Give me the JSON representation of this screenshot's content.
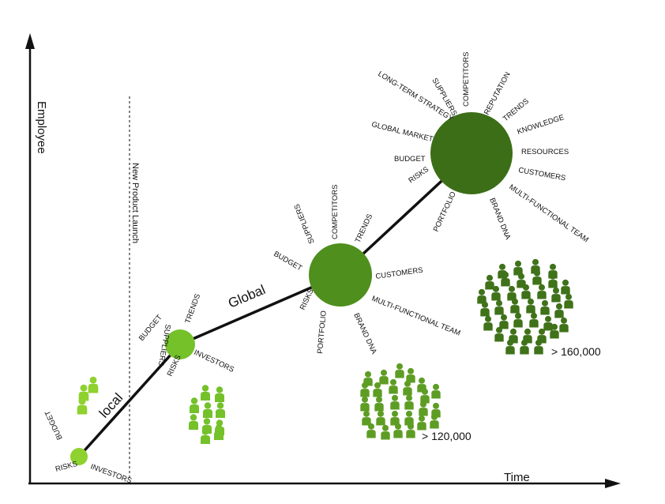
{
  "axes": {
    "y_label": "Employee",
    "x_label": "Time"
  },
  "divider_label": "New Product Launch",
  "path_labels": {
    "local": "local",
    "global": "Global"
  },
  "stage_labels": {
    "stage1": {
      "risks": "RISKS",
      "budget": "BUDGET",
      "investors": "INVESTORS"
    },
    "stage2": {
      "budget": "BUDGET",
      "suppliers": "SUPPLIERS",
      "trends": "TRENDS",
      "risks": "RISKS",
      "investors": "INVESTORS"
    },
    "stage3": {
      "budget": "BUDGET",
      "suppliers": "SUPPLIERS",
      "competitors": "COMPETITORS",
      "trends": "TRENDS",
      "customers": "CUSTOMERS",
      "multi_functional_team": "MULTI-FUNCTIONAL TEAM",
      "brand_dna": "BRAND DNA",
      "portfolio": "PORTFOLIO",
      "risks": "RISKS"
    },
    "stage4": {
      "long_term_strategy": "LONG-TERM STRATEGY",
      "suppliers": "SUPPLIERS",
      "competitors": "COMPETITORS",
      "reputation": "REPUTATION",
      "trends": "TRENDS",
      "knowledge": "KNOWLEDGE",
      "global_market": "GLOBAL MARKET",
      "resources": "RESOURCES",
      "budget": "BUDGET",
      "customers": "CUSTOMERS",
      "risks": "RISKS",
      "multi_functional_team": "MULTI-FUNCTIONAL TEAM",
      "portfolio": "PORTFOLIO",
      "brand_dna": "BRAND DNA"
    }
  },
  "people_counts": {
    "medium": "> 120,000",
    "large": "> 160,000"
  },
  "colors": {
    "stage1": "#8fd12e",
    "stage2": "#74c12a",
    "stage3": "#4f8f1d",
    "stage4": "#3c6e18",
    "people_light": "#8fd12e",
    "people_mid": "#5e9d24",
    "people_dark": "#3f7219",
    "line": "#111111"
  }
}
